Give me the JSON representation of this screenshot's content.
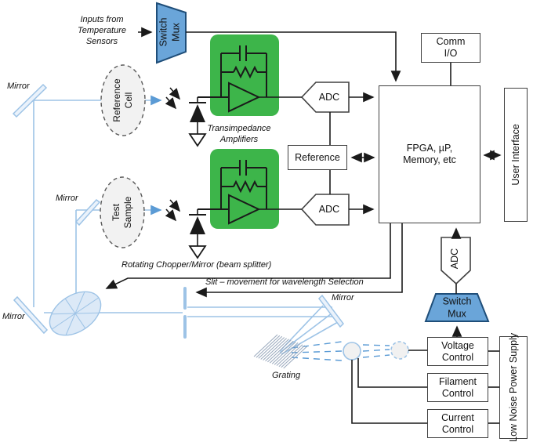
{
  "colors": {
    "wire": "#1a1a1a",
    "box_stroke": "#404040",
    "mux_fill": "#6aa5d9",
    "mux_stroke": "#1f4e79",
    "amp_green": "#3db54a",
    "beam": "#9dc3e6",
    "beam_dark": "#5b9bd5",
    "optic_fill": "#dce9f7",
    "cell_fill": "#f2f2f2",
    "cell_stroke": "#595959",
    "grating_line": "#9aa9bd"
  },
  "labels": {
    "inputs_l1": "Inputs from",
    "inputs_l2": "Temperature",
    "inputs_l3": "Sensors",
    "mirror": "Mirror",
    "reference_cell_l1": "Reference",
    "reference_cell_l2": "Cell",
    "test_sample_l1": "Test",
    "test_sample_l2": "Sample",
    "transimpedance_l1": "Transimpedance",
    "transimpedance_l2": "Amplifiers",
    "rotating_chopper": "Rotating Chopper/Mirror (beam splitter)",
    "slit": "Slit – movement for wavelength Selection",
    "grating": "Grating"
  },
  "blocks": {
    "switch_mux_l1": "Switch",
    "switch_mux_l2": "Mux",
    "comm_io_l1": "Comm",
    "comm_io_l2": "I/O",
    "adc": "ADC",
    "fpga_l1": "FPGA, µP,",
    "fpga_l2": "Memory, etc",
    "reference": "Reference",
    "user_interface": "User Interface",
    "voltage_l1": "Voltage",
    "voltage_l2": "Control",
    "filament_l1": "Filament",
    "filament_l2": "Control",
    "current_l1": "Current",
    "current_l2": "Control",
    "power_supply_l1": "Low Noise Power",
    "power_supply_l2": "Supply"
  }
}
